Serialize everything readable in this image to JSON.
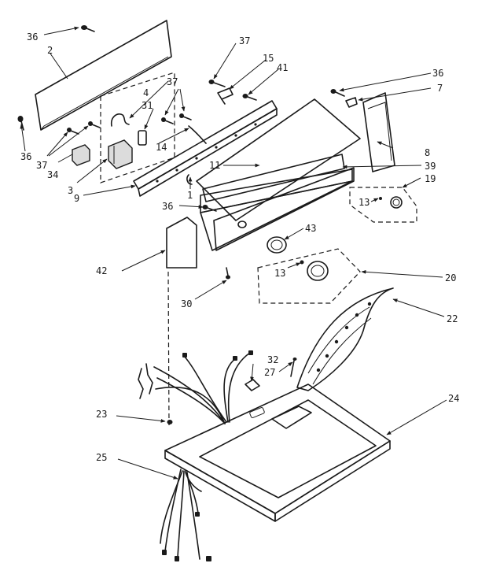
{
  "callouts": {
    "c36a": "36",
    "c2": "2",
    "c37a": "37",
    "c15": "15",
    "c41": "41",
    "c36b": "36",
    "c7": "7",
    "c37b": "37",
    "c4": "4",
    "c31": "31",
    "c36c": "36",
    "c37c": "37",
    "c14": "14",
    "c34": "34",
    "c3": "3",
    "c8": "8",
    "c11": "11",
    "c39": "39",
    "c9": "9",
    "c1": "1",
    "c19": "19",
    "c36d": "36",
    "c13a": "13",
    "c43": "43",
    "c42": "42",
    "c13b": "13",
    "c20": "20",
    "c30": "30",
    "c22": "22",
    "c32": "32",
    "c27": "27",
    "c24": "24",
    "c23": "23",
    "c25": "25"
  }
}
